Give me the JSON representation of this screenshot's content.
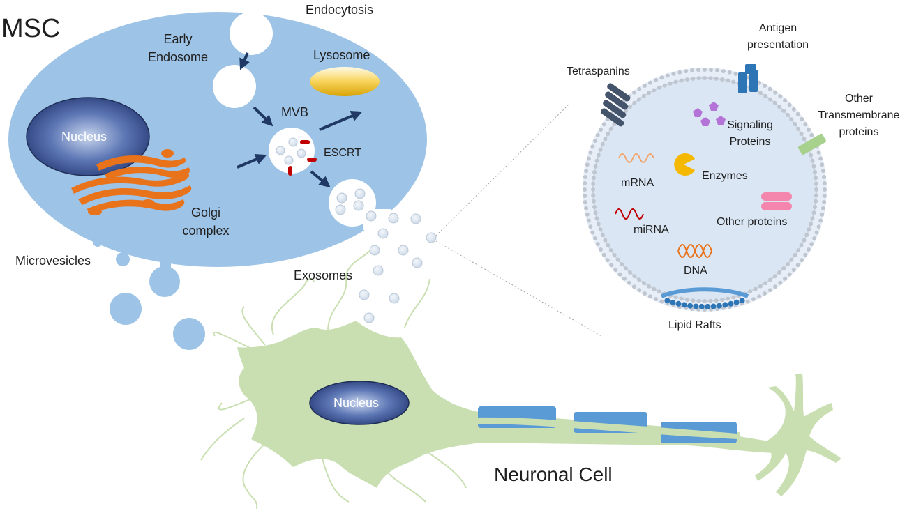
{
  "msc": {
    "title": "MSC",
    "labels": {
      "endocytosis": "Endocytosis",
      "early_endosome_line1": "Early",
      "early_endosome_line2": "Endosome",
      "lysosome": "Lysosome",
      "nucleus": "Nucleus",
      "mvb": "MVB",
      "escrt": "ESCRT",
      "golgi_line1": "Golgi",
      "golgi_line2": "complex",
      "microvesicles": "Microvesicles",
      "exosomes": "Exosomes"
    }
  },
  "exosome_detail": {
    "labels": {
      "antigen_line1": "Antigen",
      "antigen_line2": "presentation",
      "tetraspanins": "Tetraspanins",
      "other_tm_line1": "Other",
      "other_tm_line2": "Transmembrane",
      "other_tm_line3": "proteins",
      "signaling_line1": "Signaling",
      "signaling_line2": "Proteins",
      "mrna": "mRNA",
      "enzymes": "Enzymes",
      "mirna": "miRNA",
      "other_proteins": "Other proteins",
      "dna": "DNA",
      "lipid_rafts": "Lipid Rafts"
    }
  },
  "neuron": {
    "nucleus": "Nucleus",
    "title": "Neuronal Cell"
  },
  "colors": {
    "msc_body": "#9dc3e6",
    "exosome_interior": "#dae6f4",
    "neuron_body": "#c9dfb2",
    "myelin": "#5b9bd5",
    "arrow": "#1f3864",
    "escrt": "#c00000",
    "golgi": "#e9731a",
    "lysosome": "#f2c230",
    "nucleus": "#2f4a8a",
    "enzyme": "#f5b800",
    "signaling": "#b473d6",
    "other_protein": "#f486ad",
    "tetraspanin": "#44546a",
    "antigen_receptor": "#2e75b6",
    "other_tm": "#a9d18e"
  }
}
